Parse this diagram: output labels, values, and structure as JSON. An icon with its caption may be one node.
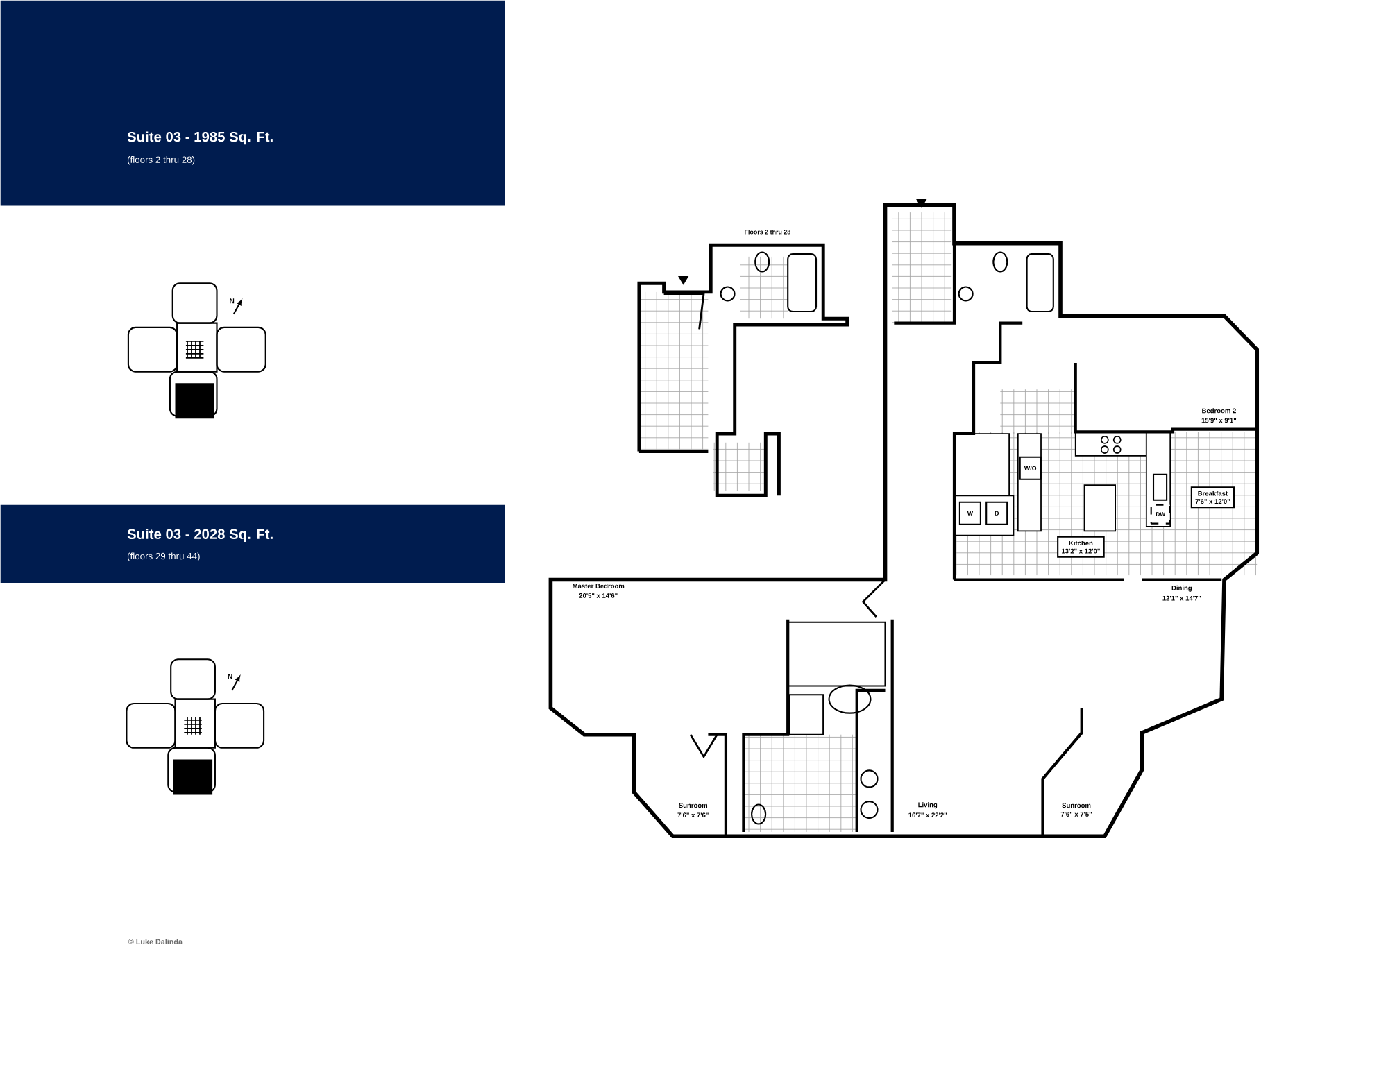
{
  "diagram": {
    "nodes": [
      {
        "text": [
          "Suite 03 - 1985 Sq. Ft.",
          "(floors 2 thru 28)"
        ]
      },
      {
        "text": [
          "Suite 03 - 2028 Sq. Ft.",
          "(floors 29 thru 44)"
        ]
      },
      {
        "text": [
          "Kitchen",
          "13'2\" x 12'0\""
        ]
      },
      {
        "text": [
          "Breakfast",
          "7'6\" x 12'0\""
        ]
      },
      {
        "text": [
          "W/O"
        ]
      },
      {
        "text": [
          "W"
        ]
      },
      {
        "text": [
          "D"
        ]
      },
      {
        "text": [
          "DW"
        ]
      }
    ],
    "labels": [
      "N",
      "Floors 2 thru 28",
      "Bedroom 2",
      "15'9\" x 9'1\"",
      "Master Bedroom",
      "20'5\" x 14'6\"",
      "Dining",
      "12'1\" x 14'7\"",
      "N",
      "Sunroom",
      "7'6\" x 7'6\"",
      "Living",
      "16'7\" x 22'2\"",
      "Sunroom",
      "7'6\" x 7'5\"",
      "© Luke Dalinda"
    ]
  }
}
